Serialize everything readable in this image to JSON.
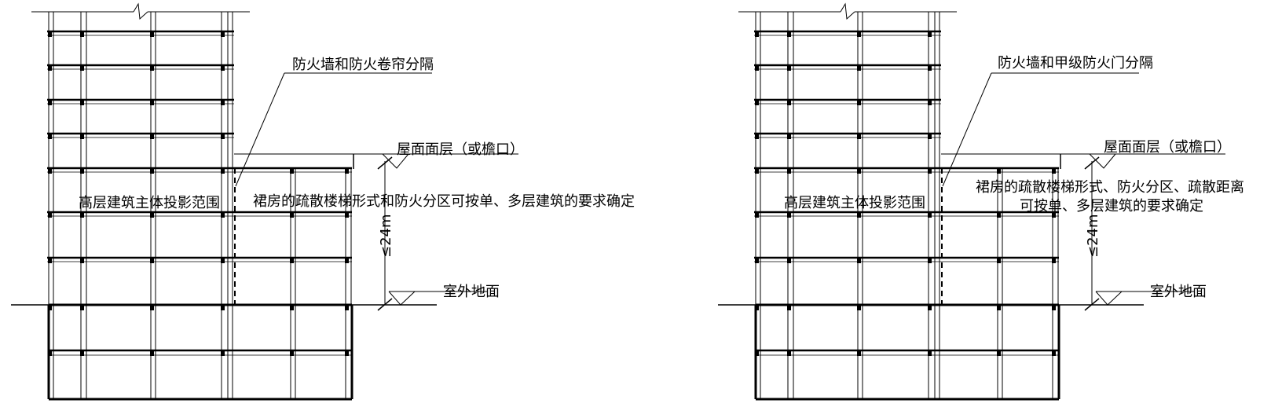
{
  "left": {
    "callout_separation": "防火墙和防火卷帘分隔",
    "roof_label": "屋面面层（或檐口）",
    "ground_label": "室外地面",
    "height_label": "≤24m",
    "tower_zone_label": "高层建筑主体投影范围",
    "podium_note_line1": "裙房的疏散楼梯形式和防火分区可按单、多层建筑的要求确定"
  },
  "right": {
    "callout_separation": "防火墙和甲级防火门分隔",
    "roof_label": "屋面面层（或檐口）",
    "ground_label": "室外地面",
    "height_label": "≤24m",
    "tower_zone_label": "高层建筑主体投影范围",
    "podium_note_line1": "裙房的疏散楼梯形式、防火分区、疏散距离",
    "podium_note_line2": "可按单、多层建筑的要求确定"
  }
}
